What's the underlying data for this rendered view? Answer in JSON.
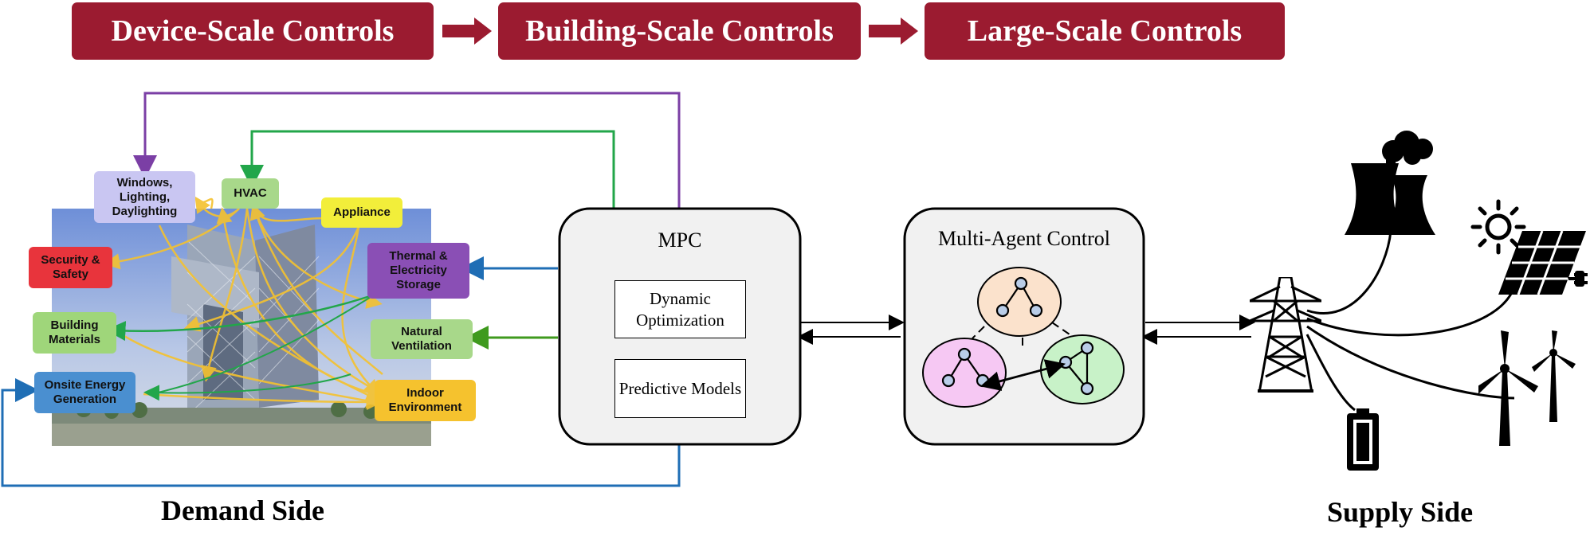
{
  "banners": [
    {
      "label": "Device-Scale Controls",
      "color": "#9b1b30"
    },
    {
      "label": "Building-Scale Controls",
      "color": "#9b1b30"
    },
    {
      "label": "Large-Scale Controls",
      "color": "#9b1b30"
    }
  ],
  "demand_side": {
    "label": "Demand Side",
    "nodes": {
      "windows": {
        "label": "Windows, Lighting, Daylighting",
        "color": "#c9c6f2"
      },
      "hvac": {
        "label": "HVAC",
        "color": "#a8d88a"
      },
      "appliance": {
        "label": "Appliance",
        "color": "#f2ee3a"
      },
      "security": {
        "label": "Security & Safety",
        "color": "#e8343c"
      },
      "thermal": {
        "label": "Thermal & Electricity Storage",
        "color": "#8a4fb5"
      },
      "building_materials": {
        "label": "Building Materials",
        "color": "#9fd67a"
      },
      "natural_ventilation": {
        "label": "Natural Ventilation",
        "color": "#a8d88a"
      },
      "onsite": {
        "label": "Onsite Energy Generation",
        "color": "#4a8fd0"
      },
      "indoor": {
        "label": "Indoor Environment",
        "color": "#f5c22e"
      }
    }
  },
  "mpc": {
    "title": "MPC",
    "dynamic_optimization": "Dynamic Optimization",
    "predictive_models": "Predictive Models"
  },
  "multi_agent": {
    "title": "Multi-Agent Control"
  },
  "supply_side": {
    "label": "Supply Side"
  },
  "colors": {
    "purple_link": "#7b3fa5",
    "green_link": "#22a64a",
    "blue_link": "#1f6eb5",
    "dark_green_link": "#3f9a1e",
    "orange_flow": "#f5c22e",
    "agent_orange": "#fbe2cc",
    "agent_pink": "#f6c8f3",
    "agent_green": "#c8f2c8"
  },
  "icons": [
    "power-plant-icon",
    "sun-icon",
    "solar-panel-icon",
    "wind-turbine-icon",
    "battery-icon",
    "transmission-tower-icon"
  ]
}
